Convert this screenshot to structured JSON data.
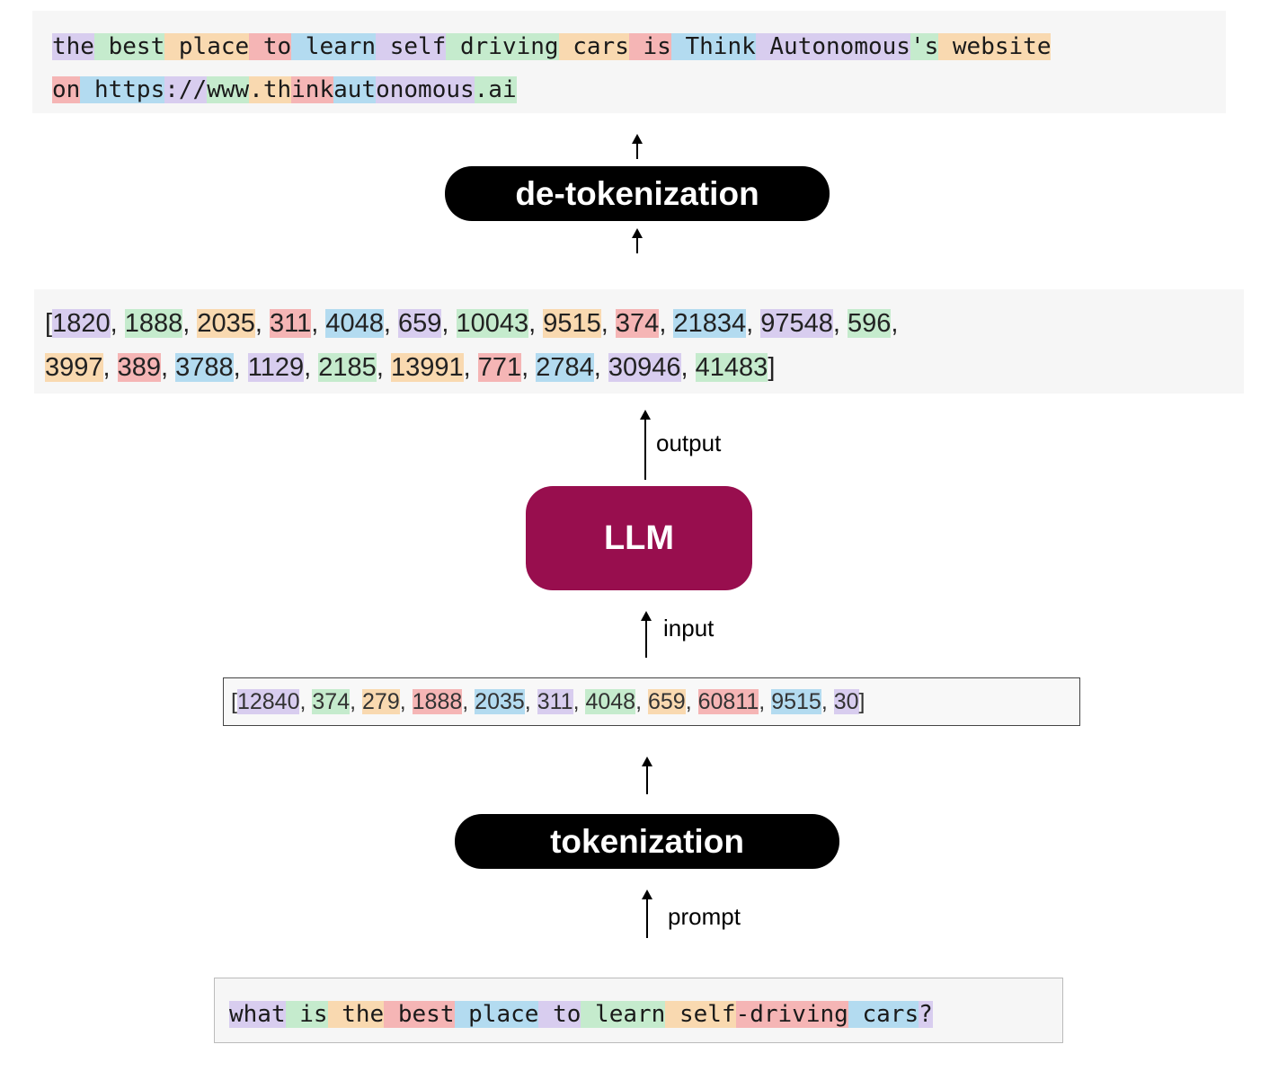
{
  "colors": {
    "purple": "#d8cdef",
    "green": "#c5ebcd",
    "orange": "#f9d9b0",
    "red": "#f5b5b5",
    "blue": "#b3dbf0",
    "llm": "#980e4e",
    "pill": "#000000"
  },
  "output_text": {
    "lines": [
      [
        {
          "t": "the",
          "c": "purple"
        },
        {
          "t": " best",
          "c": "green"
        },
        {
          "t": " place",
          "c": "orange"
        },
        {
          "t": " to",
          "c": "red"
        },
        {
          "t": " learn",
          "c": "blue"
        },
        {
          "t": " self",
          "c": "purple"
        },
        {
          "t": " driving",
          "c": "green"
        },
        {
          "t": " cars",
          "c": "orange"
        },
        {
          "t": " is",
          "c": "red"
        },
        {
          "t": " Think",
          "c": "blue"
        },
        {
          "t": " Autonomous",
          "c": "purple"
        },
        {
          "t": "'s",
          "c": "green"
        },
        {
          "t": " website",
          "c": "orange"
        }
      ],
      [
        {
          "t": " on",
          "c": "red"
        },
        {
          "t": " https",
          "c": "blue"
        },
        {
          "t": "://",
          "c": "purple"
        },
        {
          "t": "www",
          "c": "green"
        },
        {
          "t": ".th",
          "c": "orange"
        },
        {
          "t": "ink",
          "c": "red"
        },
        {
          "t": "aut",
          "c": "blue"
        },
        {
          "t": "onomous",
          "c": "purple"
        },
        {
          "t": ".ai",
          "c": "green"
        }
      ]
    ]
  },
  "detokenization_label": "de-tokenization",
  "output_ids": {
    "open": "[",
    "close": "]",
    "lines": [
      [
        {
          "t": "1820",
          "c": "purple"
        },
        {
          "t": "1888",
          "c": "green"
        },
        {
          "t": "2035",
          "c": "orange"
        },
        {
          "t": "311",
          "c": "red"
        },
        {
          "t": "4048",
          "c": "blue"
        },
        {
          "t": "659",
          "c": "purple"
        },
        {
          "t": "10043",
          "c": "green"
        },
        {
          "t": "9515",
          "c": "orange"
        },
        {
          "t": "374",
          "c": "red"
        },
        {
          "t": "21834",
          "c": "blue"
        },
        {
          "t": "97548",
          "c": "purple"
        },
        {
          "t": "596",
          "c": "green"
        }
      ],
      [
        {
          "t": "3997",
          "c": "orange"
        },
        {
          "t": "389",
          "c": "red"
        },
        {
          "t": "3788",
          "c": "blue"
        },
        {
          "t": "1129",
          "c": "purple"
        },
        {
          "t": "2185",
          "c": "green"
        },
        {
          "t": "13991",
          "c": "orange"
        },
        {
          "t": "771",
          "c": "red"
        },
        {
          "t": "2784",
          "c": "blue"
        },
        {
          "t": "30946",
          "c": "purple"
        },
        {
          "t": "41483",
          "c": "green"
        }
      ]
    ]
  },
  "output_label": "output",
  "llm_label": "LLM",
  "input_label": "input",
  "input_ids": {
    "open": "[",
    "close": "]",
    "tokens": [
      {
        "t": "12840",
        "c": "purple"
      },
      {
        "t": "374",
        "c": "green"
      },
      {
        "t": "279",
        "c": "orange"
      },
      {
        "t": "1888",
        "c": "red"
      },
      {
        "t": "2035",
        "c": "blue"
      },
      {
        "t": "311",
        "c": "purple"
      },
      {
        "t": "4048",
        "c": "green"
      },
      {
        "t": "659",
        "c": "orange"
      },
      {
        "t": "60811",
        "c": "red"
      },
      {
        "t": "9515",
        "c": "blue"
      },
      {
        "t": "30",
        "c": "purple"
      }
    ]
  },
  "tokenization_label": "tokenization",
  "prompt_label": "prompt",
  "prompt_text": {
    "tokens": [
      {
        "t": "what",
        "c": "purple"
      },
      {
        "t": " is",
        "c": "green"
      },
      {
        "t": " the",
        "c": "orange"
      },
      {
        "t": " best",
        "c": "red"
      },
      {
        "t": " place",
        "c": "blue"
      },
      {
        "t": " to",
        "c": "purple"
      },
      {
        "t": " learn",
        "c": "green"
      },
      {
        "t": " self",
        "c": "orange"
      },
      {
        "t": "-driving",
        "c": "red"
      },
      {
        "t": " cars",
        "c": "blue"
      },
      {
        "t": "?",
        "c": "purple"
      }
    ]
  }
}
